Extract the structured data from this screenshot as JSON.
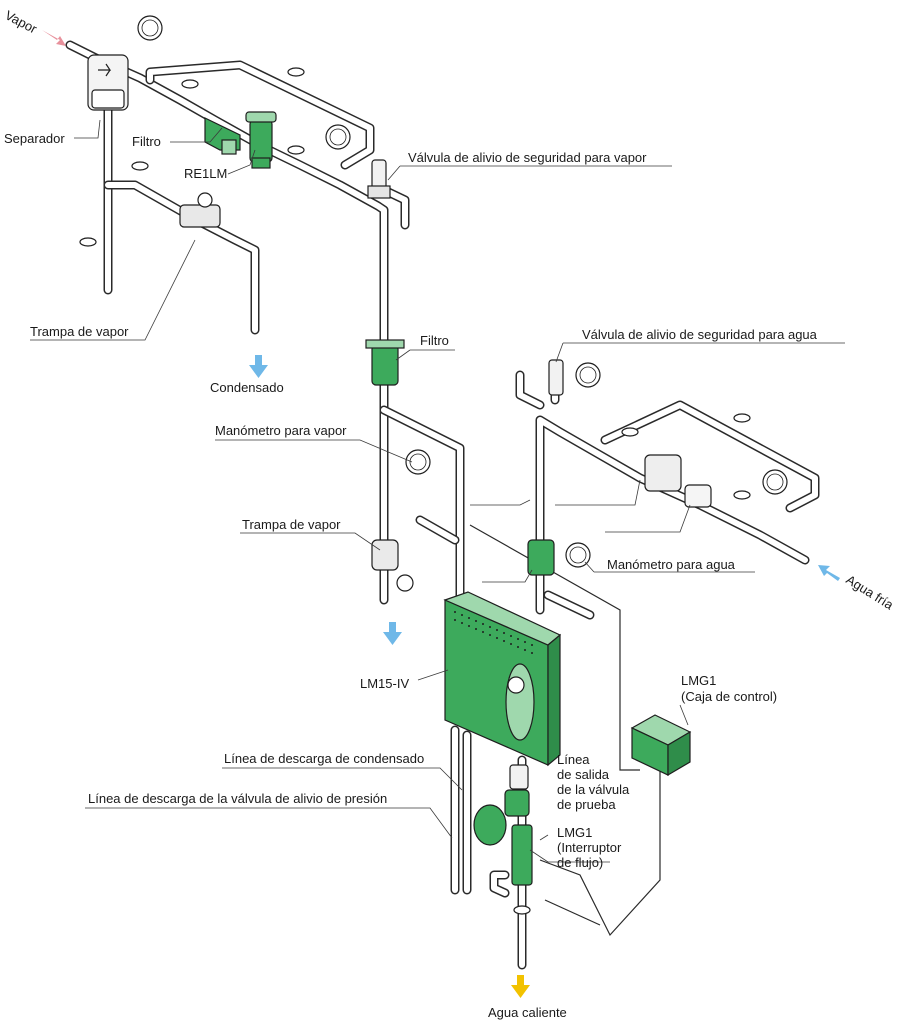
{
  "colors": {
    "steam_arrow": "#e8919c",
    "water_arrow": "#6fb8e8",
    "hot_arrow": "#f2c200",
    "component_green": "#3daa5c",
    "component_green_light": "#9fd8ad",
    "line": "#2a2a2a"
  },
  "labels": {
    "vapor": "Vapor",
    "separador": "Separador",
    "filtro_top": "Filtro",
    "re1lm": "RE1LM",
    "valvula_alivio_vapor": "Válvula de alivio de seguridad para vapor",
    "trampa_vapor_top": "Trampa de vapor",
    "condensado": "Condensado",
    "filtro_mid": "Filtro",
    "valvula_alivio_agua": "Válvula de alivio de seguridad para agua",
    "manometro_vapor": "Manómetro para vapor",
    "trampa_vapor_mid": "Trampa de vapor",
    "manometro_agua": "Manómetro para agua",
    "agua_fria": "Agua fría",
    "lmg1_caja_1": "LMG1",
    "lmg1_caja_2": "(Caja de control)",
    "lm15": "LM15-IV",
    "linea_descarga_condensado": "Línea de descarga de condensado",
    "linea_descarga_alivio": "Línea de descarga de la válvula de alivio de presión",
    "linea_salida_1": "Línea",
    "linea_salida_2": "de salida",
    "linea_salida_3": "de la válvula",
    "linea_salida_4": "de prueba",
    "lmg1_flujo_1": "LMG1",
    "lmg1_flujo_2": "(Interruptor",
    "lmg1_flujo_3": "de flujo)",
    "agua_caliente": "Agua caliente"
  }
}
